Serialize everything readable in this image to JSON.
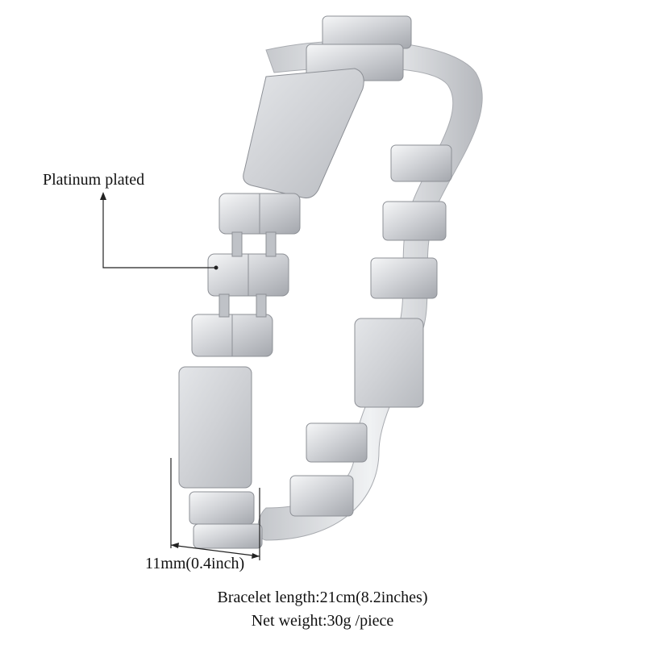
{
  "callout": {
    "plating": "Platinum plated"
  },
  "dimension": {
    "width": "11mm(0.4inch)"
  },
  "specs": {
    "length": "Bracelet length:21cm(8.2inches)",
    "weight": "Net weight:30g /piece"
  },
  "colors": {
    "background": "#ffffff",
    "metal_light": "#e9eaec",
    "metal_mid": "#c9cbcf",
    "metal_dark": "#8d9096",
    "line": "#222222"
  }
}
